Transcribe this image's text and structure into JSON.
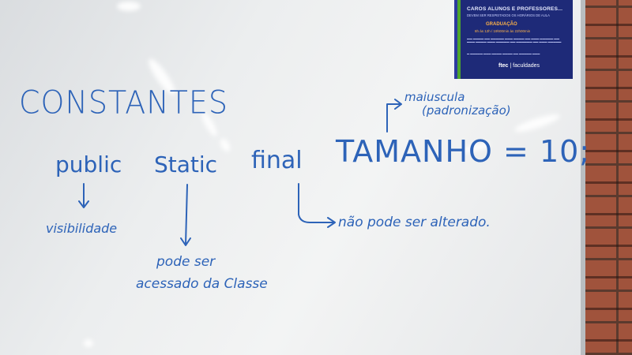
{
  "poster": {
    "title": "CAROS ALUNOS E PROFESSORES...",
    "subtitle": "DEVEM SER RESPEITADOS OS HORÁRIOS DE AULA",
    "graduacao": "GRADUAÇÃO",
    "hours": "8h às 12h  /  19h00min às 22h00min",
    "logo_brand": "ftec",
    "logo_rest": "faculdades"
  },
  "board": {
    "heading": "CONSTANTES",
    "kw_public": "public",
    "kw_static": "Static",
    "kw_final": "final",
    "constant": "TAMANHO = 10;",
    "note_uppercase_1": "maiuscula",
    "note_uppercase_2": "(padronização)",
    "note_visibility": "visibilidade",
    "note_static_1": "pode ser",
    "note_static_2": "acessado da Classe",
    "note_final": "não pode ser alterado."
  },
  "colors": {
    "marker": "#2d63b8",
    "poster_bg": "#1e2a78",
    "poster_accent": "#ffb347"
  }
}
